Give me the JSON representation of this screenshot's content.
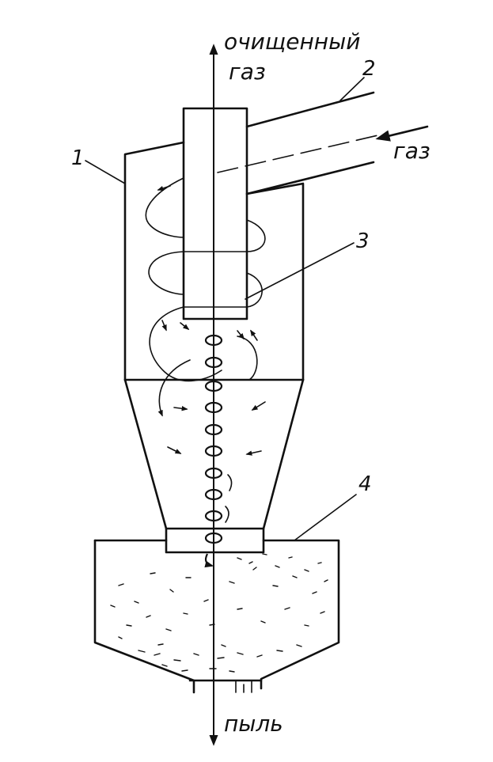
{
  "labels": {
    "clean_gas_line1": "очищенный",
    "clean_gas_line2": "газ",
    "inlet_gas": "газ",
    "dust": "пыль"
  },
  "callouts": {
    "n1": "1",
    "n2": "2",
    "n3": "3",
    "n4": "4"
  }
}
